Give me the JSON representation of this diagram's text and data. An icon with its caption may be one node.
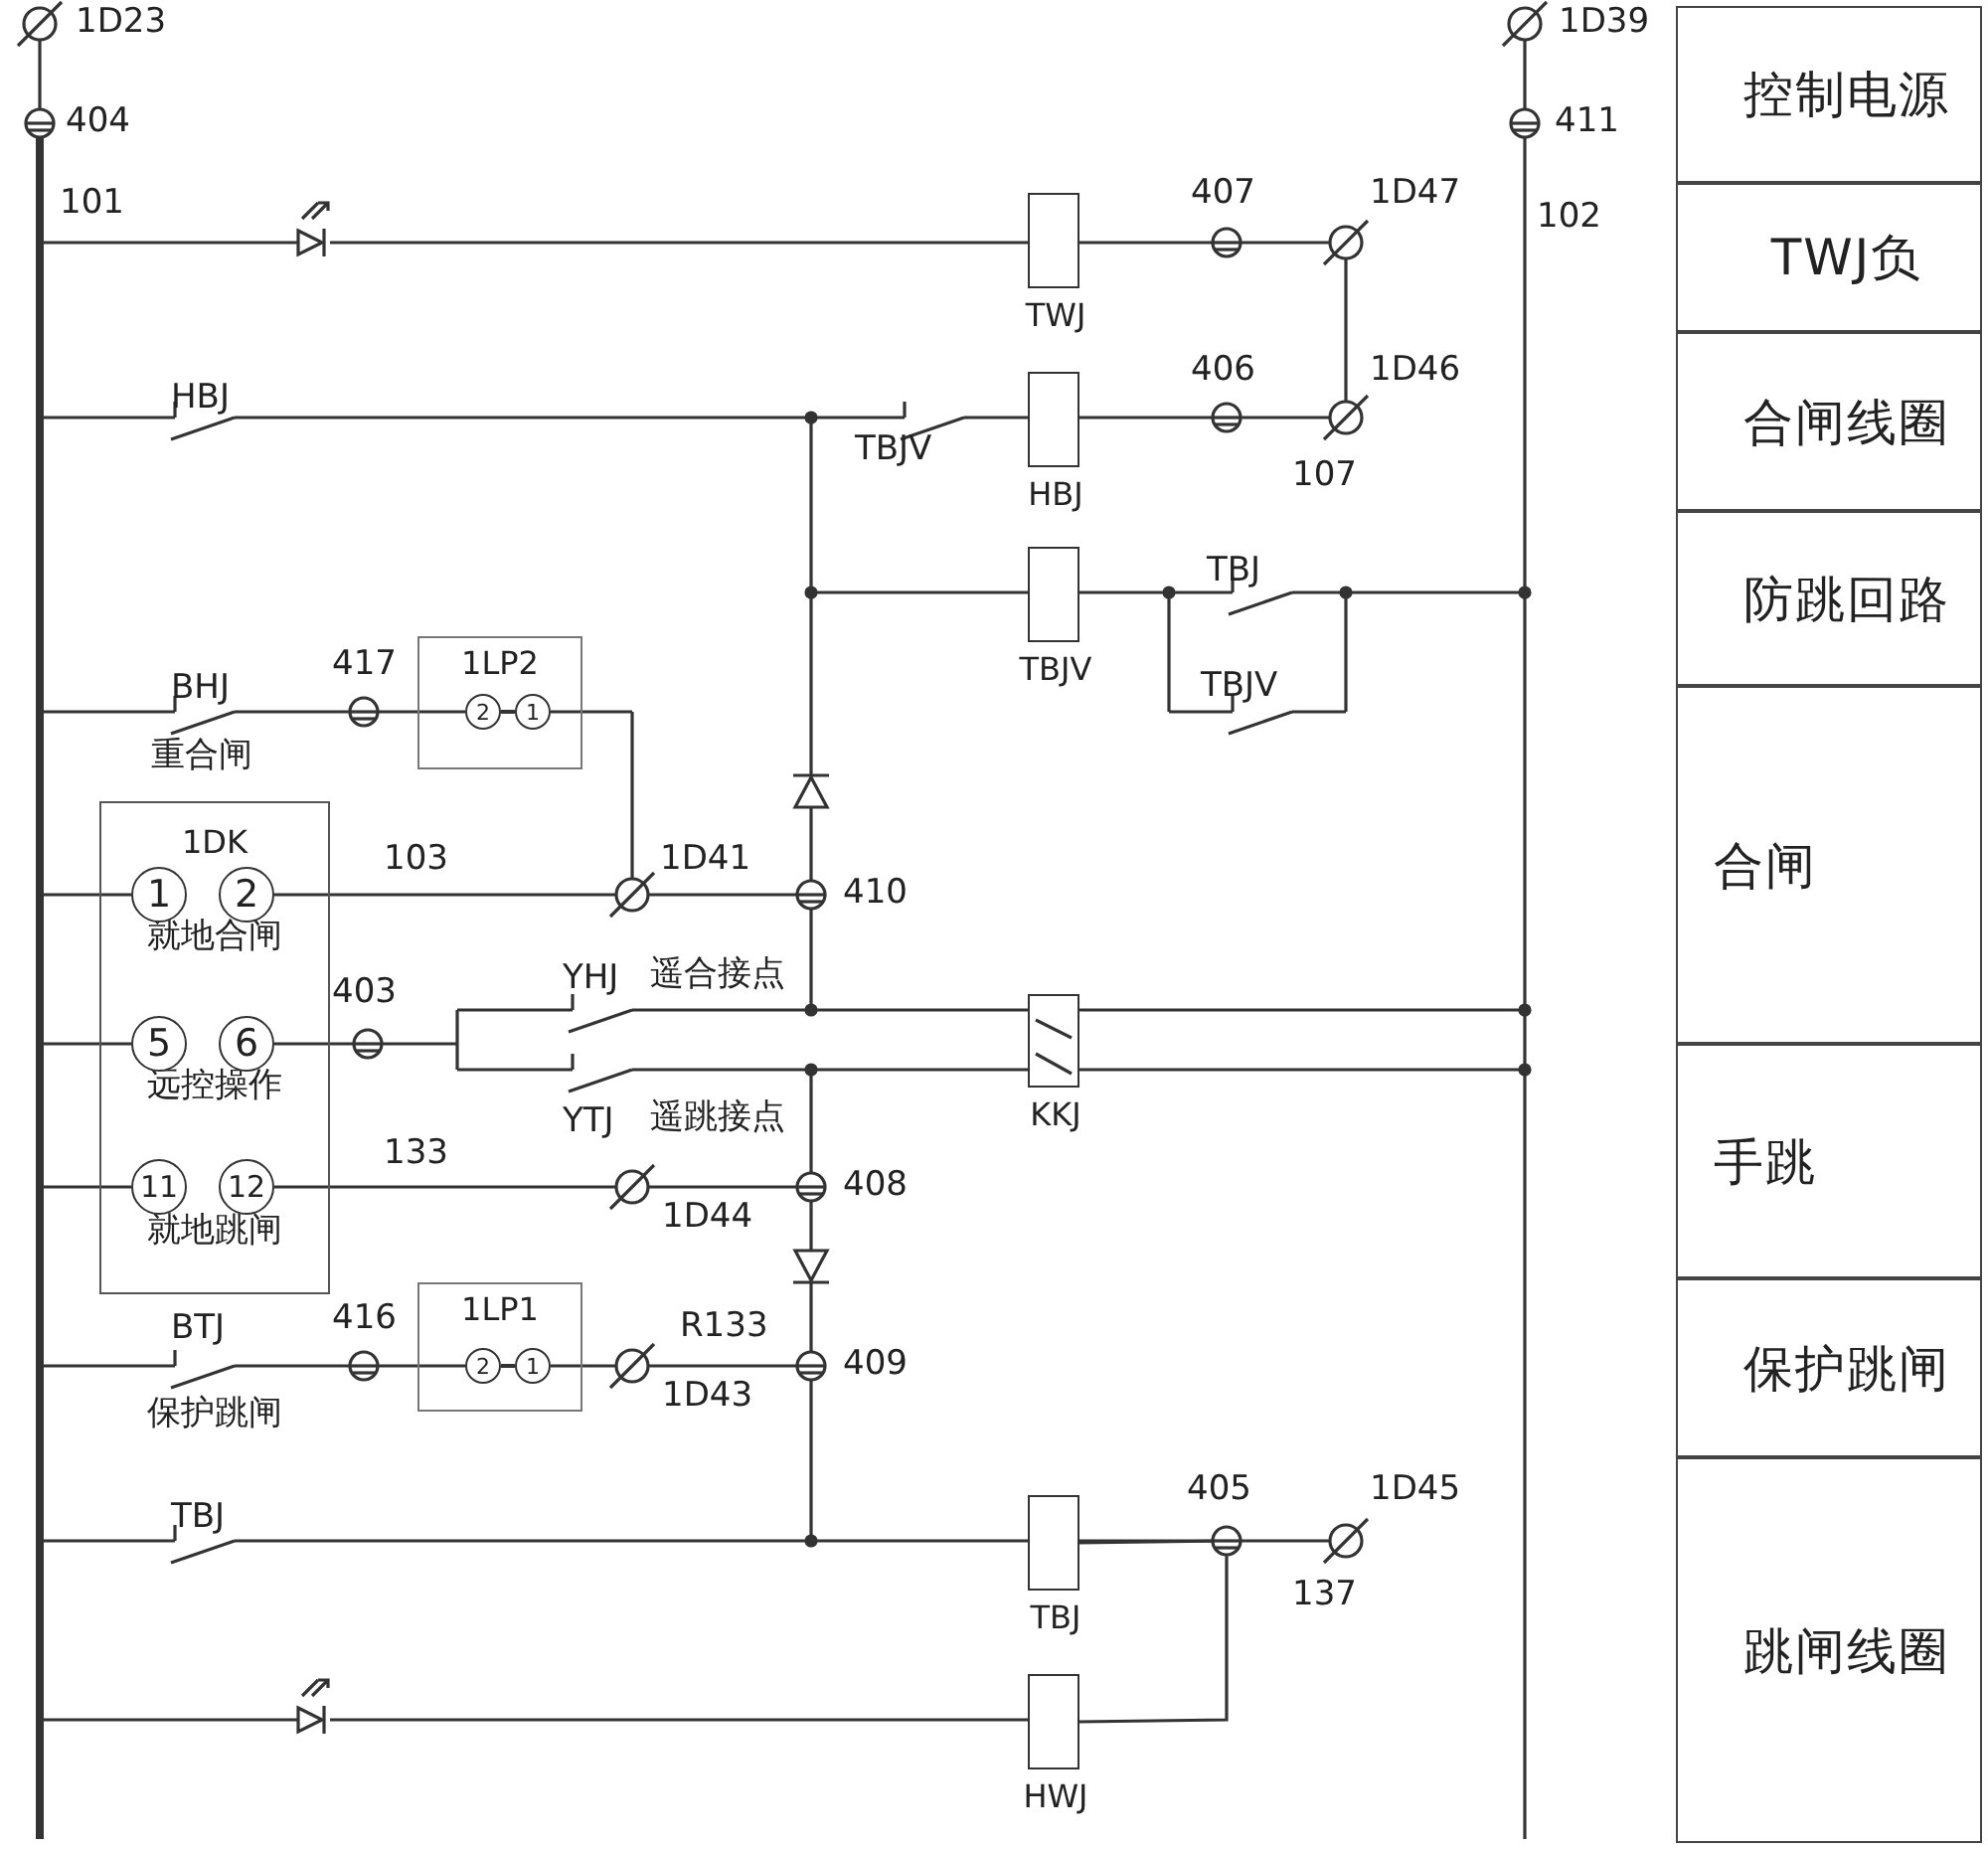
{
  "diagram": {
    "nodes": [
      {
        "text": [
          "1DK",
          "就地合闸",
          "远控操作",
          "就地跳闸"
        ]
      },
      {
        "text": [
          "1"
        ],
        "in": 0
      },
      {
        "text": [
          "2"
        ],
        "in": 0
      },
      {
        "text": [
          "5"
        ],
        "in": 0
      },
      {
        "text": [
          "6"
        ],
        "in": 0
      },
      {
        "text": [
          "11"
        ],
        "in": 0
      },
      {
        "text": [
          "12"
        ],
        "in": 0
      },
      {
        "text": [
          "1LP2"
        ]
      },
      {
        "text": [
          "2"
        ],
        "in": 7
      },
      {
        "text": [
          "1"
        ],
        "in": 7
      },
      {
        "text": [
          "1LP1"
        ]
      },
      {
        "text": [
          "2"
        ],
        "in": 10
      },
      {
        "text": [
          "1"
        ],
        "in": 10
      },
      {
        "text": [
          "TWJ"
        ]
      },
      {
        "text": [
          "HBJ"
        ]
      },
      {
        "text": [
          "TBJV"
        ]
      },
      {
        "text": [
          "KKJ"
        ]
      },
      {
        "text": [
          "TBJ"
        ]
      },
      {
        "text": [
          "HWJ"
        ]
      },
      {
        "text": [
          "控制电源"
        ]
      },
      {
        "text": [
          "TWJ负"
        ]
      },
      {
        "text": [
          "合闸线圈"
        ]
      },
      {
        "text": [
          "防跳回路"
        ]
      },
      {
        "text": [
          "合闸"
        ]
      },
      {
        "text": [
          "手跳"
        ]
      },
      {
        "text": [
          "保护跳闸"
        ]
      },
      {
        "text": [
          "跳闸线圈"
        ]
      },
      {
        "text": [],
        "shape": "bar"
      }
    ],
    "edges": [
      {
        "from": 8,
        "to": 9,
        "arrow": "none"
      },
      {
        "from": 11,
        "to": 12,
        "arrow": "none"
      },
      {
        "from": 27,
        "to": 1,
        "arrow": "none"
      },
      {
        "from": 27,
        "to": 3,
        "arrow": "none"
      },
      {
        "from": 27,
        "to": 5,
        "arrow": "none"
      },
      {
        "from": 18,
        "to": 17,
        "arrow": "none"
      }
    ],
    "labels": [
      "1D23",
      "1D39",
      "404",
      "411",
      "101",
      "407",
      "1D47",
      "102",
      "HBJ",
      "406",
      "1D46",
      "TBJV",
      "107",
      "TBJ",
      "BHJ",
      "417",
      "TBJV",
      "重合闸",
      "103",
      "1D41",
      "410",
      "403",
      "YHJ",
      "遥合接点",
      "YTJ",
      "遥跳接点",
      "133",
      "1D44",
      "408",
      "BTJ",
      "416",
      "R133",
      "409",
      "保护跳闸",
      "1D43",
      "TBJ",
      "405",
      "1D45",
      "137"
    ]
  }
}
